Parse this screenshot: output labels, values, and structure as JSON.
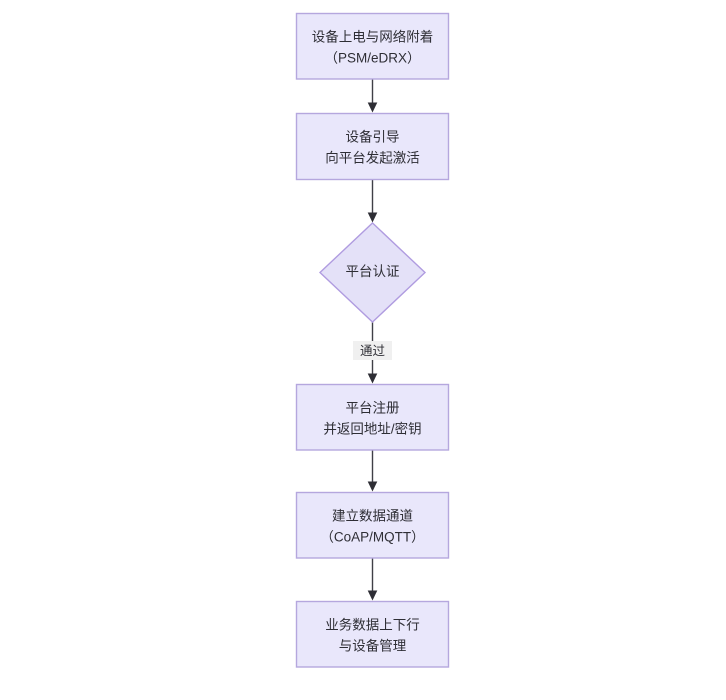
{
  "diagram": {
    "type": "flowchart",
    "orientation": "top-to-bottom",
    "background_color": "#ffffff",
    "node_fill_color": "#e9e7fb",
    "node_border_color": "#b5a7de",
    "edge_color": "#3f3f47",
    "text_color": "#2e2e35",
    "nodes": [
      {
        "id": "n1",
        "shape": "rectangle",
        "line1": "设备上电与网络附着",
        "line2": "（PSM/eDRX）"
      },
      {
        "id": "n2",
        "shape": "rectangle",
        "line1": "设备引导",
        "line2": "向平台发起激活"
      },
      {
        "id": "n3",
        "shape": "diamond",
        "line1": "平台认证",
        "line2": ""
      },
      {
        "id": "n4",
        "shape": "rectangle",
        "line1": "平台注册",
        "line2": "并返回地址/密钥"
      },
      {
        "id": "n5",
        "shape": "rectangle",
        "line1": "建立数据通道",
        "line2": "（CoAP/MQTT）"
      },
      {
        "id": "n6",
        "shape": "rectangle",
        "line1": "业务数据上下行",
        "line2": "与设备管理"
      }
    ],
    "edges": [
      {
        "id": "e1",
        "from": "n1",
        "to": "n2",
        "label": ""
      },
      {
        "id": "e2",
        "from": "n2",
        "to": "n3",
        "label": ""
      },
      {
        "id": "e3",
        "from": "n3",
        "to": "n4",
        "label": "通过"
      },
      {
        "id": "e4",
        "from": "n4",
        "to": "n5",
        "label": ""
      },
      {
        "id": "e5",
        "from": "n5",
        "to": "n6",
        "label": ""
      }
    ]
  }
}
